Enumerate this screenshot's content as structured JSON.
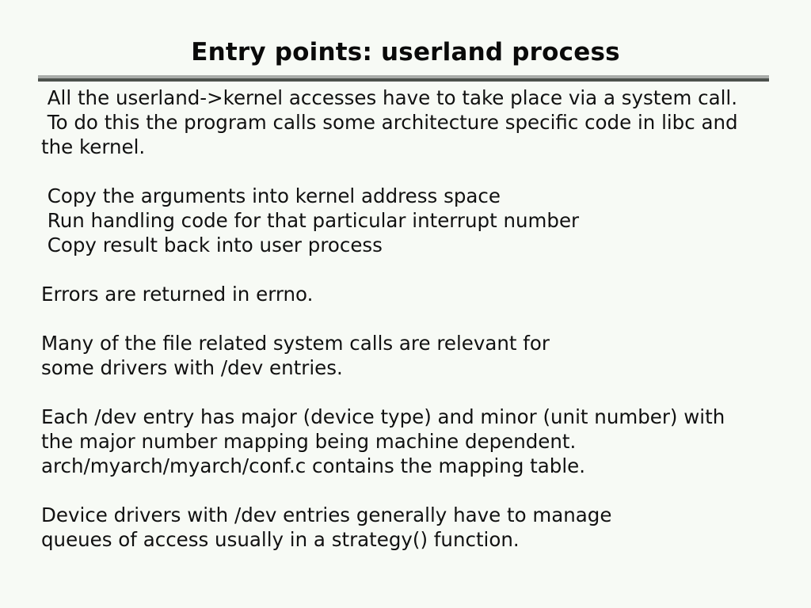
{
  "slide": {
    "title": "Entry points: userland process",
    "background_color": "#f7faf5",
    "text_color": "#111111",
    "rule": {
      "highlight_color": "#a9aca9",
      "shadow_color": "#4c514c"
    },
    "paragraphs": [
      {
        "id": "intro",
        "lines": [
          " All the userland->kernel accesses have to take place via a system call.",
          " To do this the program calls some architecture specific code in libc and",
          "the kernel."
        ]
      },
      {
        "id": "steps",
        "lines": [
          " Copy the arguments into kernel address space",
          " Run handling code for that particular interrupt number",
          " Copy result back into user process"
        ]
      },
      {
        "id": "errors",
        "lines": [
          "Errors are returned in errno."
        ]
      },
      {
        "id": "file-syscalls",
        "lines": [
          "Many of the file related system calls are relevant for",
          "some drivers with /dev entries."
        ]
      },
      {
        "id": "dev-entries",
        "lines": [
          "Each /dev entry has major (device type) and minor (unit number) with",
          "the major number mapping being machine dependent.",
          "arch/myarch/myarch/conf.c contains the mapping table."
        ]
      },
      {
        "id": "device-drivers",
        "lines": [
          "Device drivers with /dev entries generally have to manage",
          "queues of access usually in a strategy() function."
        ]
      }
    ]
  }
}
